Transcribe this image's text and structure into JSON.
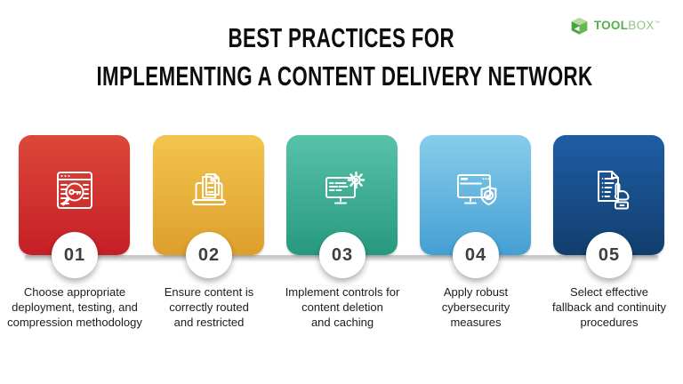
{
  "title": {
    "line1": "BEST PRACTICES FOR",
    "line2": "IMPLEMENTING A CONTENT DELIVERY NETWORK"
  },
  "logo": {
    "name": "Toolbox",
    "bold": "TOOL",
    "light": "BOX",
    "tm": "™",
    "cube_top_color": "#b6d99b",
    "cube_left_color": "#46a33f",
    "cube_right_color": "#63b84f",
    "text_bold_color": "#54b14a",
    "text_light_color": "#8fc57e"
  },
  "steps": [
    {
      "number": "01",
      "icon": "browser-keyword-search-icon",
      "colors": {
        "top": "#dc4839",
        "bottom": "#c51f26"
      },
      "description": "Choose appropriate\ndeployment, testing, and\ncompression methodology"
    },
    {
      "number": "02",
      "icon": "laptop-documents-icon",
      "colors": {
        "top": "#f2c44e",
        "bottom": "#dd9f2b"
      },
      "description": "Ensure content is\ncorrectly routed\nand restricted"
    },
    {
      "number": "03",
      "icon": "monitor-gear-icon",
      "colors": {
        "top": "#58c2a9",
        "bottom": "#27997f"
      },
      "description": "Implement controls for\ncontent deletion\nand caching"
    },
    {
      "number": "04",
      "icon": "monitor-shield-icon",
      "colors": {
        "top": "#87cdeb",
        "bottom": "#459fd3"
      },
      "description": "Apply robust\ncybersecurity\nmeasures"
    },
    {
      "number": "05",
      "icon": "document-click-icon",
      "colors": {
        "top": "#1f5da4",
        "bottom": "#123e6d"
      },
      "description": "Select effective\nfallback and continuity\nprocedures"
    }
  ]
}
